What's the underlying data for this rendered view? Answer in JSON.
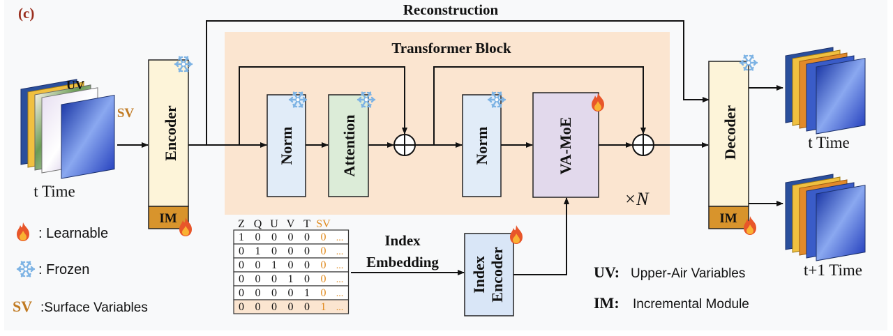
{
  "panel_label": "(c)",
  "reconstruction_label": "Reconstruction",
  "transformer_block_title": "Transformer Block",
  "repeat_label": "×N",
  "input": {
    "uv_label": "UV",
    "sv_label": "SV",
    "time_label": "t Time"
  },
  "encoder": {
    "label": "Encoder",
    "im_label": "IM"
  },
  "decoder": {
    "label": "Decoder",
    "im_label": "IM"
  },
  "blocks": {
    "norm1": "Norm",
    "attention": "Attention",
    "norm2": "Norm",
    "vamoe": "VA-MoE"
  },
  "index_embedding_label": [
    "Index",
    "Embedding"
  ],
  "index_encoder_label": [
    "Index",
    "Encoder"
  ],
  "table": {
    "headers": [
      "Z",
      "Q",
      "U",
      "V",
      "T",
      "SV"
    ],
    "rows": [
      [
        "1",
        "0",
        "0",
        "0",
        "0",
        "0",
        "..."
      ],
      [
        "0",
        "1",
        "0",
        "0",
        "0",
        "0",
        "..."
      ],
      [
        "0",
        "0",
        "1",
        "0",
        "0",
        "0",
        "..."
      ],
      [
        "0",
        "0",
        "0",
        "1",
        "0",
        "0",
        "..."
      ],
      [
        "0",
        "0",
        "0",
        "0",
        "1",
        "0",
        "..."
      ],
      [
        "0",
        "0",
        "0",
        "0",
        "0",
        "1",
        "..."
      ]
    ]
  },
  "outputs": {
    "t_time": "t Time",
    "t1_time": "t+1 Time"
  },
  "legend": {
    "learnable_label": ": Learnable",
    "frozen_label": ": Frozen",
    "sv_abbr": "SV",
    "sv_desc": ":Surface Variables",
    "uv_abbr": "UV:",
    "uv_desc": "Upper-Air Variables",
    "im_abbr": "IM:",
    "im_desc": "Incremental Module"
  },
  "colors": {
    "frame_bg": "#f8f9fa",
    "transformer_bg": "#fbe5d0",
    "encoder_fill": "#fdf4d9",
    "im_fill": "#d8942c",
    "norm_fill": "#e1ecf8",
    "attention_fill": "#dcecd8",
    "vamoe_fill": "#e2d9ec",
    "index_encoder_fill": "#d9e6f7",
    "sv_accent": "#c07a22",
    "table_orange": "#e08a1e",
    "snow_icon": "#7db3e4",
    "fire_icon": "#e8562a"
  }
}
